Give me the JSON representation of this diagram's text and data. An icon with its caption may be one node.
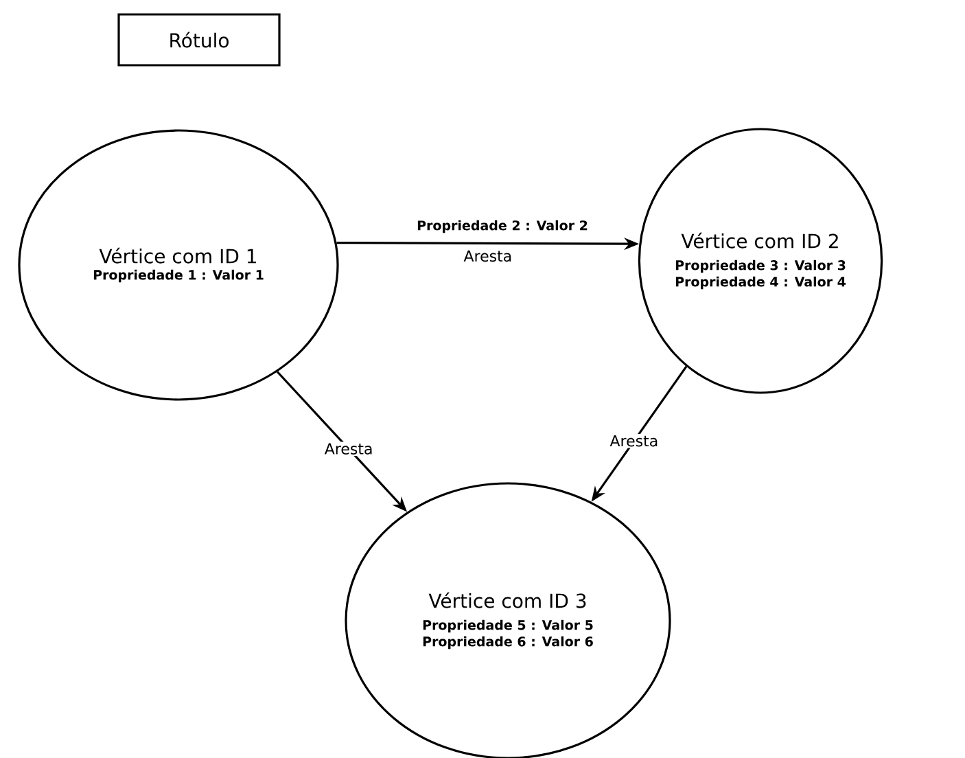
{
  "diagram": {
    "nodes": [
      {
        "text": [
          "Rótulo"
        ]
      },
      {
        "text": [
          "Vértice com ID 1",
          "Propriedade 1 : Valor 1"
        ]
      },
      {
        "text": [
          "Vértice com ID 2",
          "Propriedade 3 : Valor 3",
          "Propriedade 4 : Valor 4"
        ]
      },
      {
        "text": [
          "Vértice com ID 3",
          "Propriedade 5 : Valor 5",
          "Propriedade 6 : Valor 6"
        ]
      }
    ],
    "edges": [
      {
        "from": 1,
        "to": 2,
        "arrow": "to",
        "label": "Aresta"
      },
      {
        "from": 1,
        "to": 3,
        "arrow": "to",
        "label": "Aresta"
      },
      {
        "from": 2,
        "to": 3,
        "arrow": "to",
        "label": "Aresta"
      }
    ],
    "labels": [
      "Propriedade 2 : Valor 2"
    ]
  }
}
